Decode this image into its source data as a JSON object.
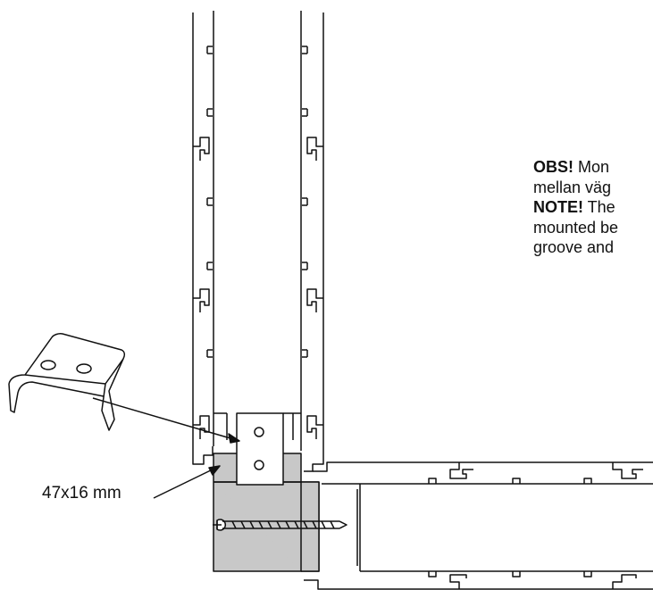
{
  "note": {
    "line1_bold": "OBS!",
    "line1_text": " Mon",
    "line2_text": "mellan väg",
    "line3_bold": "NOTE!",
    "line3_text": " The",
    "line4_text": "mounted be",
    "line5_text": "groove and"
  },
  "dimension_label": "47x16 mm",
  "colors": {
    "line": "#111111",
    "spacer_fill": "#c8c8c8",
    "paper": "#ffffff"
  }
}
